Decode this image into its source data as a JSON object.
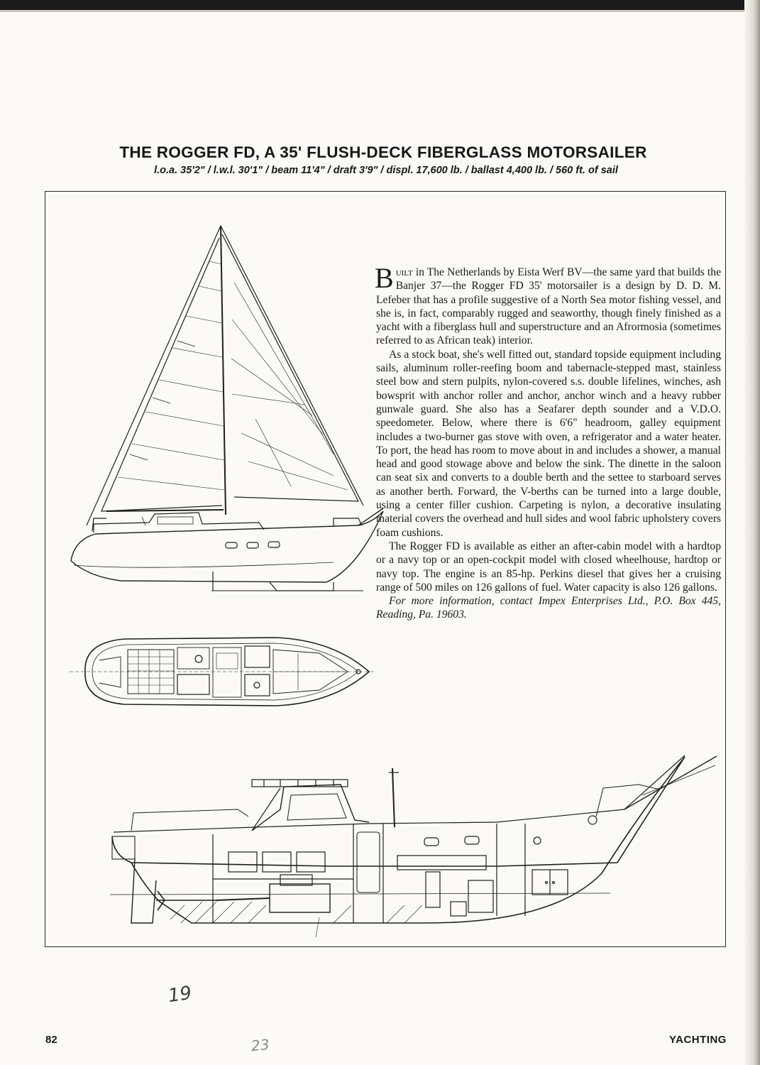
{
  "article": {
    "title": "THE ROGGER FD, A 35' FLUSH-DECK FIBERGLASS MOTORSAILER",
    "specs": "l.o.a. 35'2\" / l.w.l. 30'1\" / beam 11'4\" / draft 3'9\" / displ. 17,600 lb. / ballast 4,400 lb. / 560 ft. of sail",
    "dropcap": "B",
    "lead_smallcaps": "uilt",
    "p1_rest": " in The Netherlands by Eista Werf BV—the same yard that builds the Banjer 37—the Rogger FD 35' motorsailer is a design by D. D. M. Lefeber that has a profile suggestive of a North Sea motor fishing vessel, and she is, in fact, comparably rugged and seaworthy, though finely finished as a yacht with a fiberglass hull and superstructure and an Afrormosia (sometimes referred to as African teak) interior.",
    "p2": "As a stock boat, she's well fitted out, standard topside equipment including sails, aluminum roller-reefing boom and tabernacle-stepped mast, stainless steel bow and stern pulpits, nylon-covered s.s. double lifelines, winches, ash bowsprit with anchor roller and anchor, anchor winch and a heavy rubber gunwale guard. She also has a Seafarer depth sounder and a V.D.O. speedometer. Below, where there is 6'6\" headroom, galley equipment includes a two-burner gas stove with oven, a refrigerator and a water heater. To port, the head has room to move about in and includes a shower, a manual head and good stowage above and below the sink. The dinette in the saloon can seat six and converts to a double berth and the settee to starboard serves as another berth. Forward, the V-berths can be turned into a large double, using a center filler cushion. Carpeting is nylon, a decorative insulating material covers the overhead and hull sides and wool fabric upholstery covers foam cushions.",
    "p3": "The Rogger FD is available as either an after-cabin model with a hardtop or a navy top or an open-cockpit model with closed wheelhouse, hardtop or navy top. The engine is an 85-hp. Perkins diesel that gives her a cruising range of 500 miles on 126 gallons of fuel. Water capacity is also 126 gallons.",
    "contact": "For more information, contact Impex Enterprises Ltd., P.O. Box 445, Reading, Pa. 19603."
  },
  "figures": {
    "sail_plan_icon": "sail-plan-drawing",
    "deck_plan_icon": "deck-plan-drawing",
    "inboard_profile_icon": "inboard-profile-drawing"
  },
  "footer": {
    "page_number": "82",
    "magazine": "YACHTING"
  },
  "annotations": {
    "handwritten_1": "19",
    "handwritten_2": "23"
  },
  "colors": {
    "ink": "#1a1a1a",
    "paper": "#fbfaf6"
  }
}
